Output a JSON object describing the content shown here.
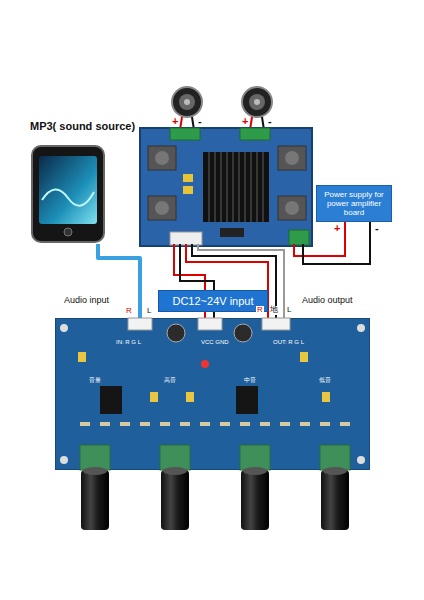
{
  "diagram": {
    "nodes": [
      {
        "text": [
          "MP3( sound source)"
        ]
      },
      {
        "text": [
          "Power supply for power amplifier board"
        ]
      },
      {
        "text": [
          "DC12~24V input"
        ]
      },
      {
        "text": [
          "IN: R G L",
          "VCC GND",
          "OUT: R G L",
          "音量",
          "高音",
          "中音",
          "低音"
        ]
      }
    ],
    "edges": [
      {
        "from": 0,
        "to": 3,
        "arrow": "none"
      }
    ],
    "labels": [
      "+",
      "-",
      "+",
      "-",
      "+",
      "-",
      "Audio input",
      "R",
      "L",
      "Audio output",
      "R",
      "地",
      "L"
    ]
  }
}
